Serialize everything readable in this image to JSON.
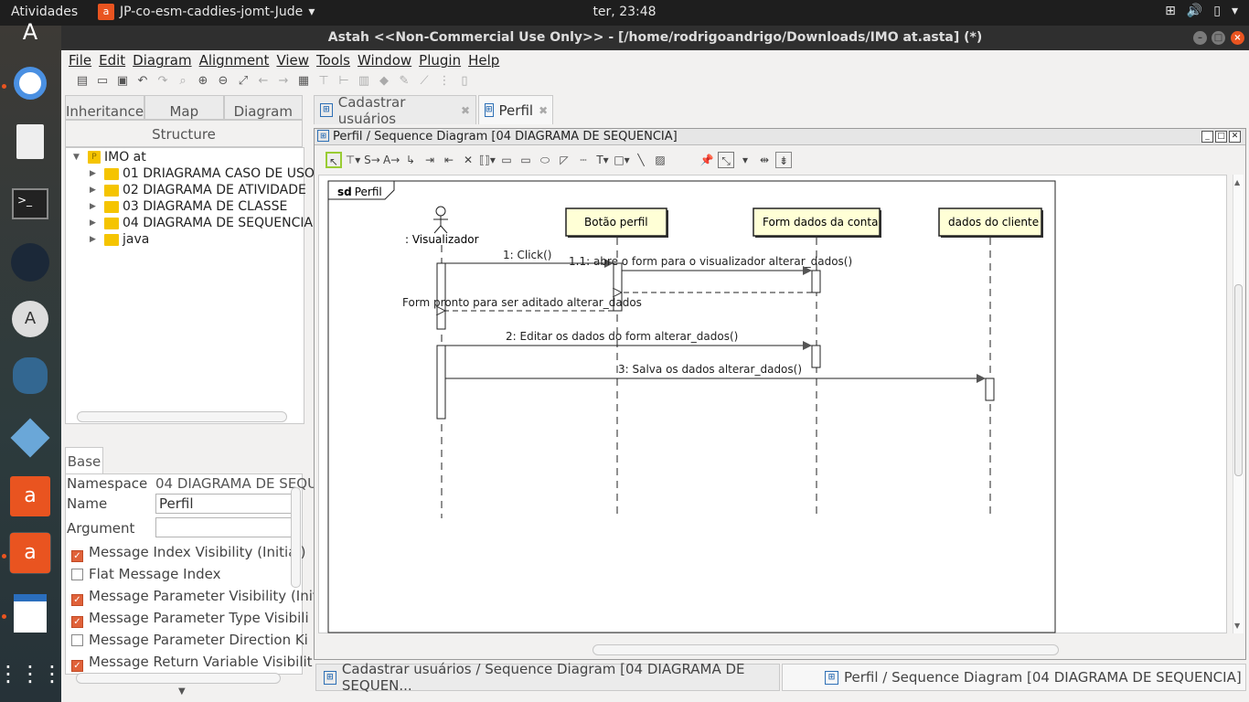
{
  "topbar": {
    "activities": "Atividades",
    "app_menu": "JP-co-esm-caddies-jomt-Jude",
    "clock": "ter, 23:48"
  },
  "window": {
    "title": "Astah  <<Non-Commercial Use Only>>  - [/home/rodrigoandrigo/Downloads/IMO at.asta] (*)"
  },
  "menu": [
    "File",
    "Edit",
    "Diagram",
    "Alignment",
    "View",
    "Tools",
    "Window",
    "Plugin",
    "Help"
  ],
  "left": {
    "tabs": [
      "Inheritance",
      "Map",
      "Diagram"
    ],
    "structure_label": "Structure",
    "tree": {
      "root": "IMO at",
      "items": [
        "01 DRIAGRAMA CASO DE USO",
        "02 DIAGRAMA DE ATIVIDADE",
        "03 DIAGRAMA DE CLASSE",
        "04 DIAGRAMA DE SEQUENCIA",
        "java"
      ]
    },
    "base_tab": "Base",
    "props": {
      "namespace_label": "Namespace",
      "namespace_value": "04 DIAGRAMA DE SEQU",
      "name_label": "Name",
      "name_value": "Perfil",
      "argument_label": "Argument",
      "argument_value": "",
      "checks": [
        {
          "label": "Message Index Visibility (Initial)",
          "checked": true
        },
        {
          "label": "Flat Message Index",
          "checked": false
        },
        {
          "label": "Message Parameter Visibility (Initi",
          "checked": true
        },
        {
          "label": "Message Parameter Type Visibili",
          "checked": true
        },
        {
          "label": "Message Parameter Direction Ki",
          "checked": false
        },
        {
          "label": "Message Return Variable Visibilit",
          "checked": true
        }
      ]
    }
  },
  "right": {
    "tabs": [
      "Cadastrar usuários",
      "Perfil"
    ],
    "frame_title": "Perfil / Sequence Diagram [04 DIAGRAMA DE SEQUENCIA]",
    "diagram": {
      "frame_kw": "sd",
      "frame_name": "Perfil",
      "actor": ": Visualizador",
      "lifelines": [
        "Botão perfil",
        "Form dados da conta",
        "dados do cliente"
      ],
      "messages": [
        "1: Click()",
        "1.1: abre o form para o visualizador alterar_dados()",
        "Form pronto para ser aditado alterar_dados",
        "2: Editar os dados do form alterar_dados()",
        "3: Salva os dados alterar_dados()"
      ]
    }
  },
  "bottom_tabs": [
    "Cadastrar usuários / Sequence Diagram [04 DIAGRAMA DE SEQUEN...",
    "Perfil / Sequence Diagram [04 DIAGRAMA DE SEQUENCIA]"
  ]
}
